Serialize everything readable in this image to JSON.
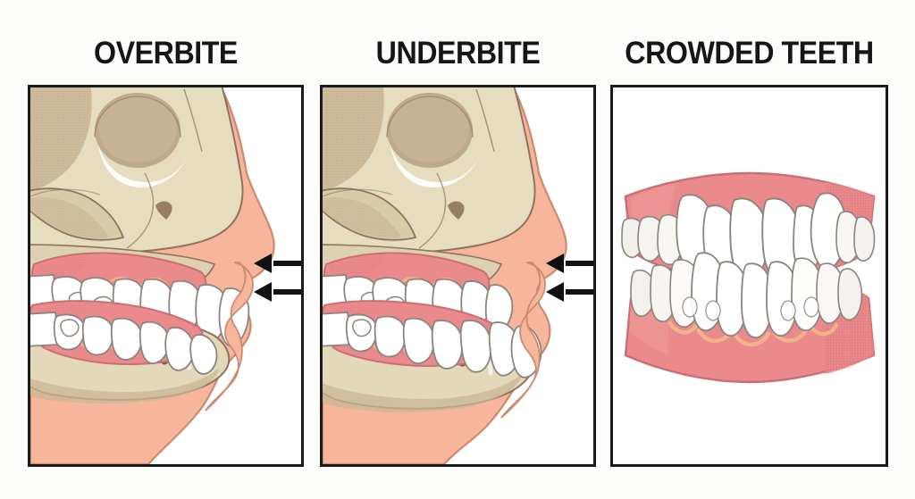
{
  "figure": {
    "background_color": "#fdfdfc",
    "panel_border_color": "#1b1b1b",
    "panel_fill_color": "#ffffff"
  },
  "panels": [
    {
      "id": "overbite",
      "title": "OVERBITE",
      "view": "lateral skull profile",
      "description": "Upper front teeth overlap and project in front of the lower front teeth",
      "arrows": [
        {
          "label": "upper-teeth-arrow",
          "direction": "left",
          "points_at": "upper incisors"
        },
        {
          "label": "lower-teeth-arrow",
          "direction": "left",
          "points_at": "lower incisors"
        }
      ]
    },
    {
      "id": "underbite",
      "title": "UNDERBITE",
      "view": "lateral skull profile",
      "description": "Lower front teeth project in front of the upper front teeth",
      "arrows": [
        {
          "label": "upper-teeth-arrow",
          "direction": "left",
          "points_at": "upper incisors"
        },
        {
          "label": "lower-teeth-arrow",
          "direction": "left",
          "points_at": "lower incisors"
        }
      ]
    },
    {
      "id": "crowded-teeth",
      "title": "CROWDED TEETH",
      "view": "frontal dental arch",
      "description": "Teeth overlap and rotate from insufficient space in the dental arch",
      "arrows": []
    }
  ],
  "colors": {
    "bone_light": "#e6dcc0",
    "bone_mid": "#d8cba8",
    "bone_shadow": "#c9b795",
    "bone_dark": "#b9a687",
    "bone_deep": "#a8927a",
    "bone_outline": "#8d735c",
    "skin_pink": "#f7b69c",
    "skin_pink_light": "#fbc6ae",
    "skin_outline": "#c98a70",
    "gum_pink": "#ea8a8c",
    "gum_pink_light": "#f09b9c",
    "gum_pink_dark": "#d9787c",
    "gum_highlight": "#f6b58a",
    "gum_outline": "#c96f73",
    "tooth_white": "#ffffff",
    "tooth_shade": "#f2f0ec",
    "tooth_outline": "#8b857e",
    "gap_dark": "#6b3a30",
    "arrow_black": "#111111",
    "title_black": "#161616"
  }
}
